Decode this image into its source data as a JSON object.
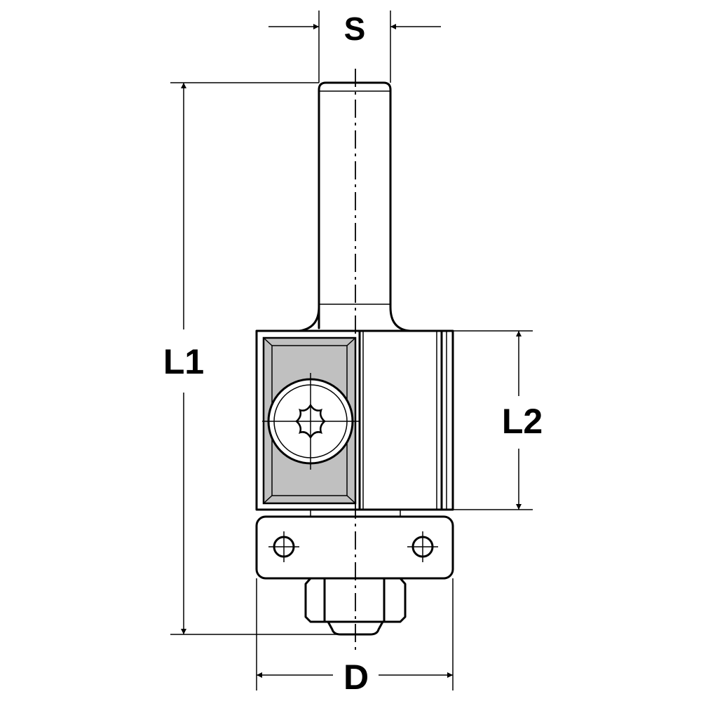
{
  "dimensions": {
    "shank_diameter": "S",
    "overall_length": "L1",
    "cutting_length": "L2",
    "cutting_diameter": "D"
  },
  "colors": {
    "line": "#000000",
    "insert_fill": "#c0c0c0",
    "background": "#ffffff"
  },
  "icons": {
    "screw": "torx-screw-icon"
  }
}
